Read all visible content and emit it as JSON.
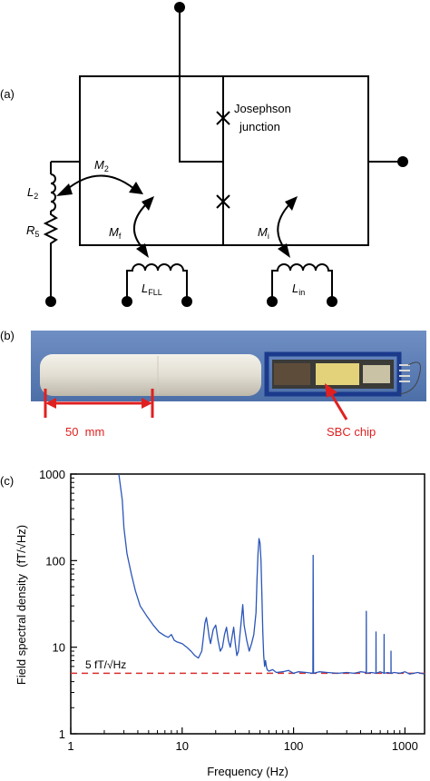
{
  "panel_a": {
    "label": "(a)",
    "junction_label_line1": "Josephson",
    "junction_label_line2": "junction",
    "coil_L2": "L",
    "coil_L2_sub": "2",
    "resistor_R5": "R",
    "resistor_R5_sub": "5",
    "mutual_M2": "M",
    "mutual_M2_sub": "2",
    "mutual_Mf": "M",
    "mutual_Mf_sub": "f",
    "mutual_Mi": "M",
    "mutual_Mi_sub": "i",
    "coil_LFLL": "L",
    "coil_LFLL_sub": "FLL",
    "coil_Lin": "L",
    "coil_Lin_sub": "in"
  },
  "panel_b": {
    "label": "(b)",
    "scale_text": "50  mm",
    "chip_text": "SBC chip",
    "colors": {
      "background": "#5b7db6",
      "annotation": "#e02020",
      "frame": "#1b3a8c",
      "rod": "#e4e1d8"
    }
  },
  "panel_c": {
    "label": "(c)",
    "noise_annotation": "5 fT/√Hz",
    "chart_data": {
      "type": "line",
      "xlabel": "Frequency (Hz)",
      "ylabel": "Field spectral density  (fT/√Hz)",
      "x_scale": "log",
      "y_scale": "log",
      "xlim": [
        1,
        1500
      ],
      "ylim": [
        1,
        1000
      ],
      "x_ticks": [
        1,
        10,
        100,
        1000
      ],
      "x_tick_labels": [
        "1",
        "10",
        "100",
        "1000"
      ],
      "y_ticks": [
        1,
        10,
        100,
        1000
      ],
      "y_tick_labels": [
        "1",
        "10",
        "100",
        "1000"
      ],
      "grid": false,
      "series": [
        {
          "color": "#2a55b8",
          "x": [
            2.7,
            2.9,
            3.0,
            3.2,
            3.5,
            3.8,
            4.2,
            4.8,
            5.5,
            6.2,
            7.0,
            7.5,
            8.0,
            8.5,
            9.0,
            10.0,
            11.0,
            12.0,
            13.0,
            14.0,
            15.0,
            15.5,
            16.0,
            16.5,
            17.0,
            17.5,
            18.0,
            19.0,
            20.0,
            21.0,
            22.0,
            23.0,
            24.0,
            25.0,
            26.0,
            27.0,
            28.0,
            29.0,
            30.0,
            31.0,
            32.0,
            33.0,
            34.0,
            35.0,
            36.0,
            38.0,
            40.0,
            42.0,
            44.0,
            46.0,
            47.0,
            48.0,
            49.0,
            50.0,
            51.0,
            52.0,
            53.0,
            54.0,
            55.0,
            56.0,
            57.0,
            58.0,
            60.0,
            65.0,
            70.0,
            80.0,
            90.0,
            100.0,
            110.0,
            130.0,
            149.0,
            150.0,
            151.0,
            170.0,
            200.0,
            250.0,
            300.0,
            350.0,
            400.0,
            449.0,
            450.0,
            451.0,
            500.0,
            549.0,
            550.0,
            551.0,
            600.0,
            649.0,
            650.0,
            651.0,
            700.0,
            749.0,
            750.0,
            751.0,
            800.0,
            900.0,
            1000.0,
            1100.0,
            1200.0,
            1300.0,
            1500.0
          ],
          "y": [
            1000,
            500,
            240,
            120,
            70,
            45,
            30,
            23,
            18,
            15,
            13.5,
            13,
            14,
            12,
            11.5,
            11,
            10,
            9,
            8,
            7.5,
            9,
            13,
            19,
            22,
            17,
            13,
            11,
            16,
            18,
            12,
            9,
            10,
            14,
            17,
            12,
            10,
            13,
            17,
            11,
            8,
            9,
            14,
            21,
            31,
            18,
            12,
            9,
            11,
            14,
            25,
            60,
            120,
            180,
            160,
            100,
            40,
            15,
            8,
            6,
            7,
            6,
            5.5,
            5.3,
            5.5,
            5.1,
            5.2,
            5.4,
            5.0,
            5.2,
            5.1,
            5.0,
            115,
            5.0,
            5.2,
            5.1,
            5.0,
            5.1,
            5.0,
            5.2,
            5.1,
            26,
            5.0,
            5.1,
            5.0,
            15,
            5.0,
            5.2,
            5.0,
            14,
            5.0,
            5.1,
            5.0,
            9,
            5.0,
            5.1,
            5.0,
            5.2,
            4.9,
            5.0,
            5.1,
            4.9
          ]
        }
      ],
      "reference_line": {
        "y": 5,
        "color": "#d93030",
        "style": "dashed"
      }
    }
  }
}
